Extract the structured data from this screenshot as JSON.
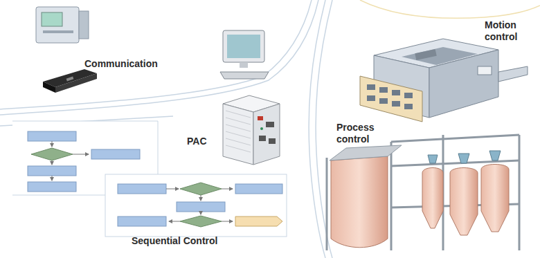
{
  "diagram": {
    "labels": [
      "Communication",
      "PAC",
      "Motion control",
      "Process control",
      "Sequential Control"
    ]
  }
}
